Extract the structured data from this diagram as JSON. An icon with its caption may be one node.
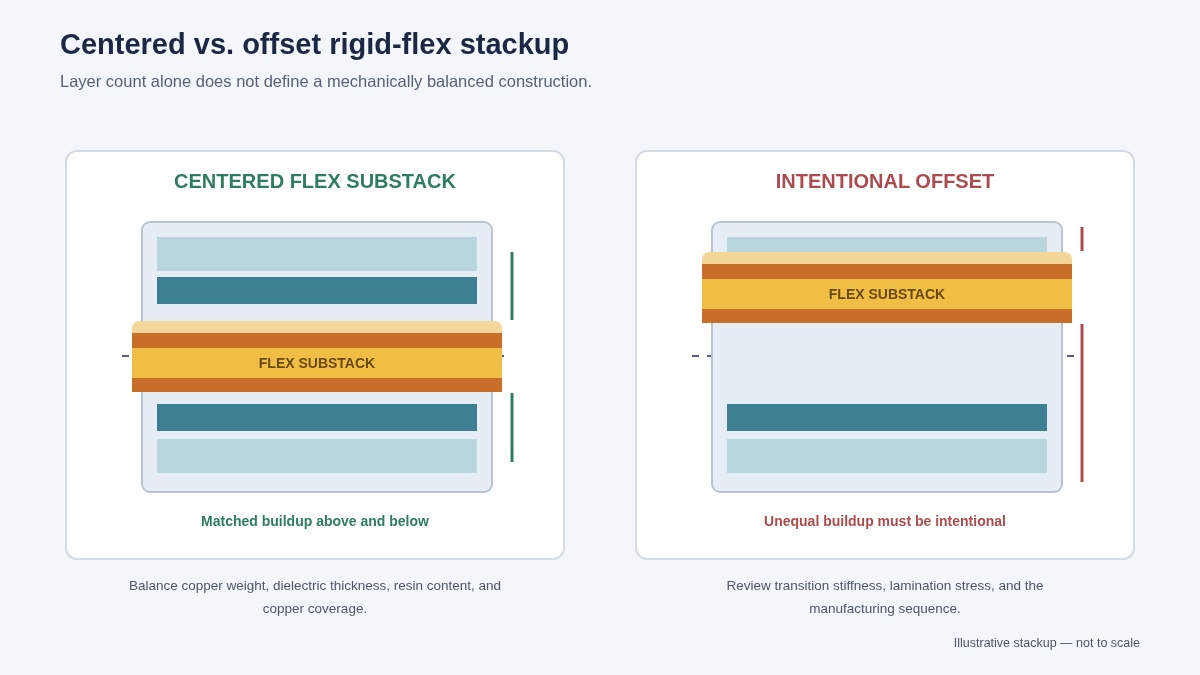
{
  "diagram": {
    "title": "Centered vs. offset rigid-flex stackup",
    "caption": "Layer count alone does not define a mechanically balanced construction.",
    "nodes": [
      {
        "text": [
          "CENTERED FLEX SUBSTACK",
          "Matched buildup above and below"
        ]
      },
      {
        "text": [
          "FLEX SUBSTACK"
        ],
        "in": 0
      },
      {
        "text": [
          "INTENTIONAL OFFSET",
          "Unequal buildup must be intentional"
        ]
      },
      {
        "text": [
          "FLEX SUBSTACK"
        ],
        "in": 2
      }
    ],
    "labels": [
      "Balance copper weight, dielectric thickness, resin content, and copper coverage.",
      "Review transition stiffness, lamination stress, and the manufacturing sequence.",
      "Illustrative stackup — not to scale"
    ]
  }
}
